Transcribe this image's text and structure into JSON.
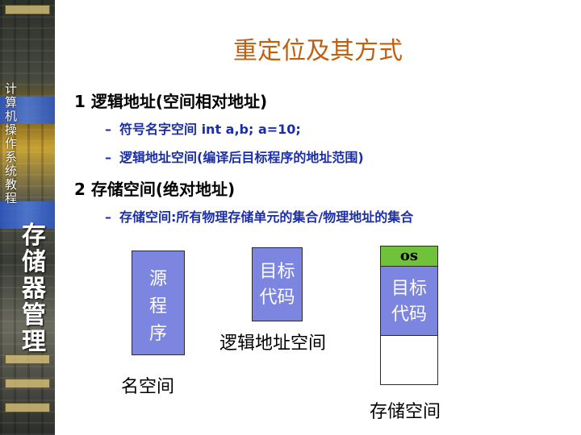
{
  "sidebar": {
    "small_text": [
      "计",
      "算",
      "机",
      "操",
      "作",
      "系",
      "统",
      "教",
      "程"
    ],
    "big_text": [
      "存",
      "储",
      "器",
      "管",
      "理"
    ]
  },
  "title": "重定位及其方式",
  "bullets": {
    "b1": "1 逻辑地址(空间相对地址)",
    "b1_sub1": "符号名字空间 int a,b;  a=10;",
    "b1_sub2": "逻辑地址空间(编译后目标程序的地址范围)",
    "b2": "2 存储空间(绝对地址)",
    "b2_sub1": "存储空间:所有物理存储单元的集合/物理地址的集合",
    "dash": "–"
  },
  "diagram": {
    "source_box": [
      "源",
      "程",
      "序"
    ],
    "object_box": [
      "目标",
      "代码"
    ],
    "memory_os": "os",
    "memory_obj": [
      "目标",
      "代码"
    ],
    "caption_name_space": "名空间",
    "caption_logical_space": "逻辑地址空间",
    "caption_storage_space": "存储空间"
  },
  "colors": {
    "title": "#c0600f",
    "sub_bullet": "#1a2ea8",
    "box_fill": "#7c86e0",
    "os_fill": "#6fc23a"
  }
}
